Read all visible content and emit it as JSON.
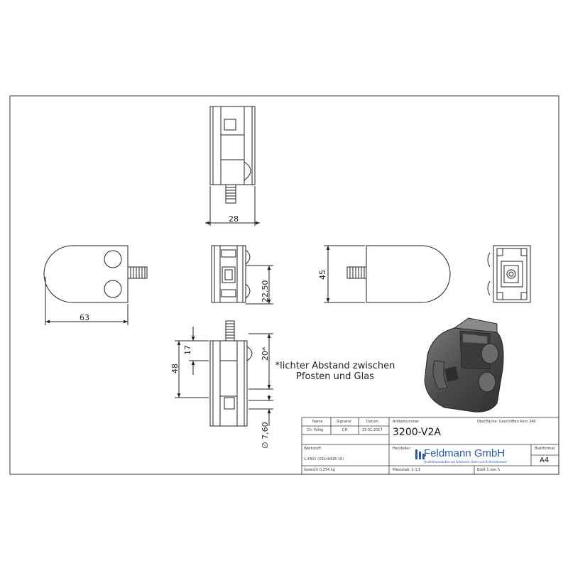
{
  "dimensions": {
    "top_width": "28",
    "side_length": "63",
    "front_spacing": "22,50",
    "right_height": "45",
    "bottom_height": "48",
    "bottom_17": "17",
    "bottom_clearance": "20*",
    "bottom_diameter": "∅ 7,60"
  },
  "note_lines": [
    "*lichter Abstand zwischen",
    "Pfosten und Glas"
  ],
  "title_block": {
    "name_hdr": "Name",
    "signatur_hdr": "Signatur",
    "datum_hdr": "Datum",
    "name_val": "Ch. Pollig",
    "signatur_val": "CH",
    "datum_val": "15.01.2017",
    "artikel_hdr": "Artikelnummer",
    "artikel_val": "3200-V2A",
    "oberflaeche": "Oberfläche: Geschliffen Korn 240",
    "werkstoff_hdr": "Werkstoff:",
    "werkstoff_val": "1.4301 (XSCr9418-10)",
    "hersteller_hdr": "Hersteller:",
    "blattformat_hdr": "Blattformat",
    "blattformat_val": "A4",
    "gewicht": "Gewicht 0,254 kg",
    "massstab": "Massstab: 1:1,5",
    "blatt": "Blatt 1 von 5"
  },
  "logo": {
    "name": "Feldmann GmbH",
    "tagline": "Qualitätsprodukte aus Edelstahl, Stahl und Schmiedeeisen"
  },
  "colors": {
    "line": "#222222",
    "shade": "#575757",
    "brand": "#2a58b8"
  }
}
